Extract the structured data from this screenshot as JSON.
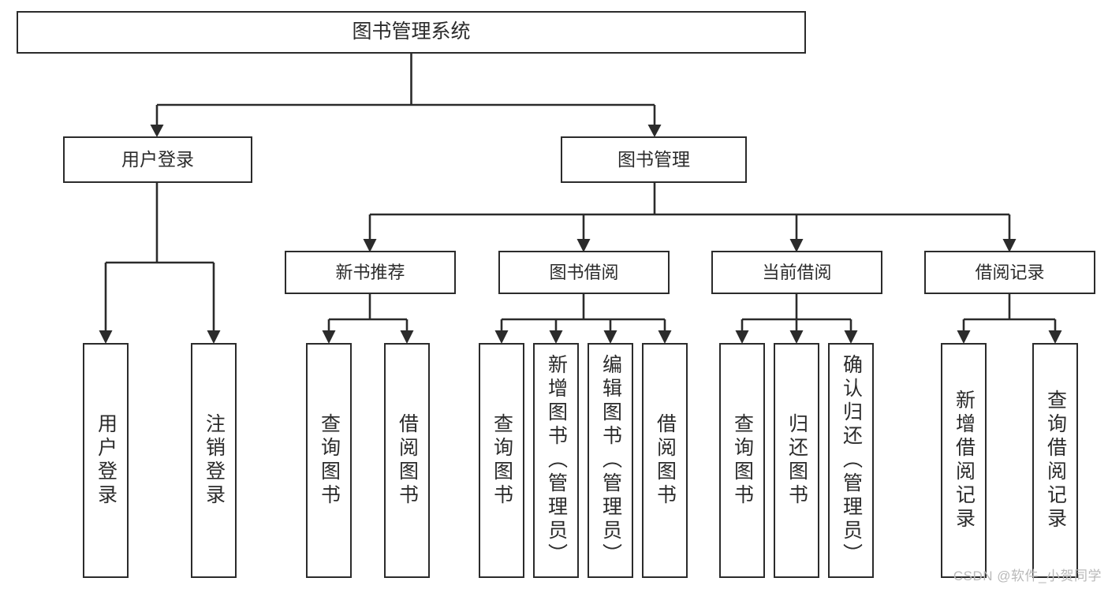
{
  "diagram": {
    "title": "图书管理系统",
    "watermark": "CSDN @软件_小贺同学",
    "line_color": "#2b2b2b",
    "box_fill": "#ffffff",
    "background": "#ffffff",
    "watermark_color": "#b9b9b9"
  },
  "nodes": {
    "root": {
      "label": "图书管理系统"
    },
    "level2": [
      {
        "label": "用户登录"
      },
      {
        "label": "图书管理"
      }
    ],
    "level3": [
      {
        "label": "新书推荐"
      },
      {
        "label": "图书借阅"
      },
      {
        "label": "当前借阅"
      },
      {
        "label": "借阅记录"
      }
    ],
    "leaves_user_login": [
      {
        "label": "用户登录"
      },
      {
        "label": "注销登录"
      }
    ],
    "leaves_new_book": [
      {
        "label": "查询图书"
      },
      {
        "label": "借阅图书"
      }
    ],
    "leaves_borrow": [
      {
        "label": "查询图书"
      },
      {
        "label": "新增图书（管理员）"
      },
      {
        "label": "编辑图书（管理员）"
      },
      {
        "label": "借阅图书"
      }
    ],
    "leaves_current": [
      {
        "label": "查询图书"
      },
      {
        "label": "归还图书"
      },
      {
        "label": "确认归还（管理员）"
      }
    ],
    "leaves_records": [
      {
        "label": "新增借阅记录"
      },
      {
        "label": "查询借阅记录"
      }
    ]
  },
  "chart_data": {
    "type": "tree",
    "title": "图书管理系统",
    "root": "图书管理系统",
    "edges": [
      {
        "from": "图书管理系统",
        "to": "用户登录"
      },
      {
        "from": "图书管理系统",
        "to": "图书管理"
      },
      {
        "from": "用户登录",
        "to": "用户登录(叶)"
      },
      {
        "from": "用户登录",
        "to": "注销登录"
      },
      {
        "from": "图书管理",
        "to": "新书推荐"
      },
      {
        "from": "图书管理",
        "to": "图书借阅"
      },
      {
        "from": "图书管理",
        "to": "当前借阅"
      },
      {
        "from": "图书管理",
        "to": "借阅记录"
      },
      {
        "from": "新书推荐",
        "to": "查询图书"
      },
      {
        "from": "新书推荐",
        "to": "借阅图书"
      },
      {
        "from": "图书借阅",
        "to": "查询图书"
      },
      {
        "from": "图书借阅",
        "to": "新增图书（管理员）"
      },
      {
        "from": "图书借阅",
        "to": "编辑图书（管理员）"
      },
      {
        "from": "图书借阅",
        "to": "借阅图书"
      },
      {
        "from": "当前借阅",
        "to": "查询图书"
      },
      {
        "from": "当前借阅",
        "to": "归还图书"
      },
      {
        "from": "当前借阅",
        "to": "确认归还（管理员）"
      },
      {
        "from": "借阅记录",
        "to": "新增借阅记录"
      },
      {
        "from": "借阅记录",
        "to": "查询借阅记录"
      }
    ]
  }
}
